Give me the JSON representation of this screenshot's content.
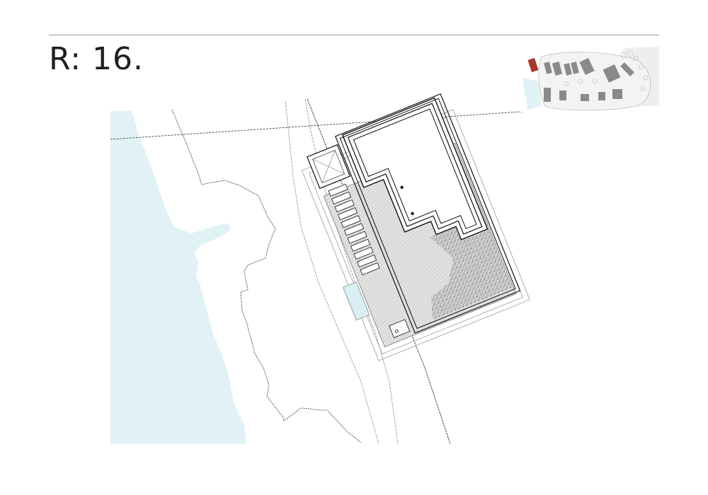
{
  "page": {
    "title": "R: 16."
  },
  "colors": {
    "water": "#e0f2f5",
    "rule": "#9a9a9a",
    "title": "#1f1f1f",
    "linework": "#1a1a1a",
    "hatch_fill": "#d8d8d8",
    "pool": "#d9eff3",
    "highlight_building": "#a8382c",
    "context_buildings": "#8a8a8a"
  },
  "site_plan": {
    "key_map": {
      "label": "key-map-thumbnail",
      "highlighted_building": "R16"
    },
    "elements": [
      "water-body",
      "shoreline",
      "property-boundary",
      "road",
      "section-cut-line",
      "building-footprint",
      "stair",
      "pool",
      "terrace",
      "planting"
    ]
  }
}
